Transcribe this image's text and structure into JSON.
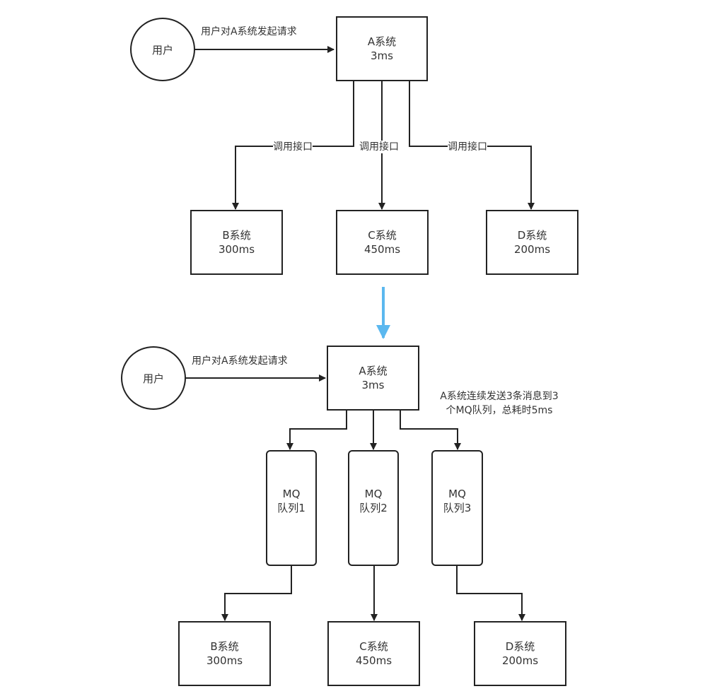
{
  "top": {
    "user": "用户",
    "request_label": "用户对A系统发起请求",
    "a_system": {
      "name": "A系统",
      "time": "3ms"
    },
    "call_label": "调用接口",
    "b_system": {
      "name": "B系统",
      "time": "300ms"
    },
    "c_system": {
      "name": "C系统",
      "time": "450ms"
    },
    "d_system": {
      "name": "D系统",
      "time": "200ms"
    }
  },
  "bottom": {
    "user": "用户",
    "request_label": "用户对A系统发起请求",
    "a_system": {
      "name": "A系统",
      "time": "3ms"
    },
    "note_line1": "A系统连续发送3条消息到3",
    "note_line2": "个MQ队列，总耗时5ms",
    "mq1": {
      "name": "MQ",
      "queue": "队列1"
    },
    "mq2": {
      "name": "MQ",
      "queue": "队列2"
    },
    "mq3": {
      "name": "MQ",
      "queue": "队列3"
    },
    "b_system": {
      "name": "B系统",
      "time": "300ms"
    },
    "c_system": {
      "name": "C系统",
      "time": "450ms"
    },
    "d_system": {
      "name": "D系统",
      "time": "200ms"
    }
  },
  "colors": {
    "line": "#222222",
    "transition_arrow": "#5bb8ef"
  }
}
